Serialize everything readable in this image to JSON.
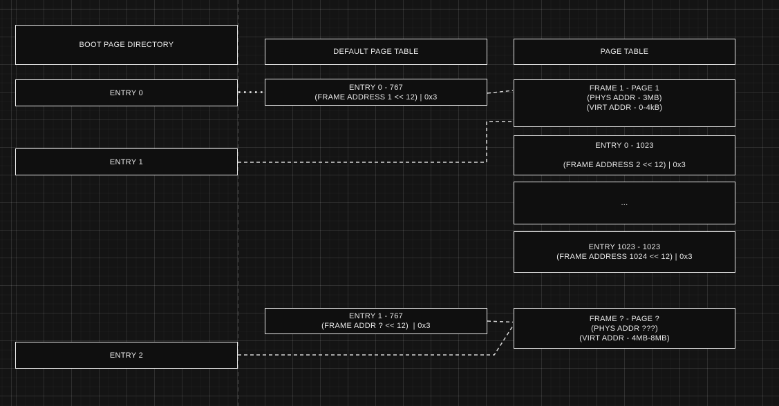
{
  "colors": {
    "background": "#141414",
    "box_fill": "#0f0f0f",
    "box_border": "#ececec",
    "text": "#e9e9e9",
    "connector": "#d6d6d6",
    "guide_line": "#4a4a4a",
    "grid_major": "#2c2c2c",
    "grid_minor": "#1b1b1b"
  },
  "nodes": {
    "boot_header": {
      "lines": [
        "BOOT PAGE DIRECTORY"
      ]
    },
    "entry0": {
      "lines": [
        "ENTRY 0"
      ]
    },
    "entry1": {
      "lines": [
        "ENTRY 1"
      ]
    },
    "entry2": {
      "lines": [
        "ENTRY 2"
      ]
    },
    "default_header": {
      "lines": [
        "DEFAULT PAGE TABLE"
      ]
    },
    "d_entry0": {
      "lines": [
        "ENTRY 0 - 767",
        "(FRAME ADDRESS 1 << 12) | 0x3"
      ]
    },
    "d_entry1": {
      "lines": [
        "ENTRY 1 - 767",
        "(FRAME ADDR ? << 12)  | 0x3"
      ]
    },
    "pt_header": {
      "lines": [
        "PAGE TABLE"
      ]
    },
    "frame1": {
      "lines": [
        "FRAME 1 - PAGE 1",
        "(PHYS ADDR - 3MB)",
        "(VIRT ADDR - 0-4kB)"
      ]
    },
    "pt_entry0": {
      "lines": [
        "ENTRY 0 - 1023",
        "(FRAME ADDRESS 2 << 12) | 0x3"
      ]
    },
    "ellipsis": {
      "lines": [
        "..."
      ]
    },
    "pt_entry1023": {
      "lines": [
        "ENTRY 1023 - 1023",
        "(FRAME ADDRESS 1024 << 12) | 0x3"
      ]
    },
    "frame_q": {
      "lines": [
        "FRAME ? - PAGE ?",
        "(PHYS ADDR ???)",
        "(VIRT ADDR - 4MB-8MB)"
      ]
    }
  }
}
